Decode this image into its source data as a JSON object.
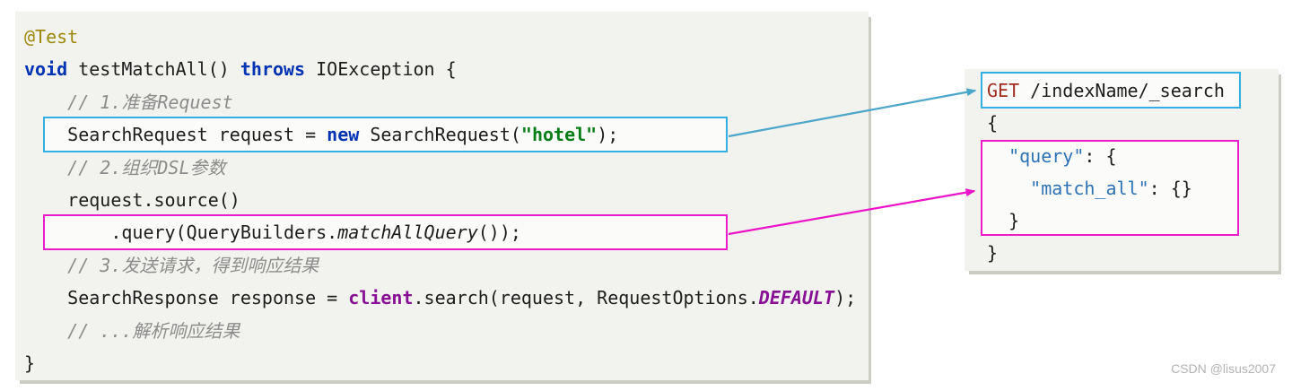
{
  "watermark": "CSDN @lisus2007",
  "colors": {
    "highlight_cyan": "#35aee3",
    "highlight_magenta": "#ea1dcb",
    "arrow_cyan": "#4ba6c9",
    "arrow_magenta": "#ec13c8",
    "panel_bg": "#f2f3ee",
    "keyword": "#0033b3",
    "string": "#067d17",
    "comment": "#8c8c8c",
    "annotation": "#9e880d",
    "member": "#871094",
    "http_method": "#a22b1f",
    "json_key": "#2d72b5"
  },
  "java_panel": {
    "language": "java",
    "lines": [
      {
        "tokens": [
          {
            "t": "@Test",
            "c": "annotation"
          }
        ]
      },
      {
        "tokens": [
          {
            "t": "void",
            "c": "keyword"
          },
          {
            "t": " testMatchAll() ",
            "c": "plain"
          },
          {
            "t": "throws",
            "c": "keyword"
          },
          {
            "t": " IOException {",
            "c": "plain"
          }
        ]
      },
      {
        "tokens": [
          {
            "t": "    // 1.准备Request",
            "c": "comment"
          }
        ]
      },
      {
        "tokens": [
          {
            "t": "    SearchRequest request = ",
            "c": "plain"
          },
          {
            "t": "new",
            "c": "keyword"
          },
          {
            "t": " SearchRequest(",
            "c": "plain"
          },
          {
            "t": "\"hotel\"",
            "c": "string"
          },
          {
            "t": ");",
            "c": "plain"
          }
        ]
      },
      {
        "tokens": [
          {
            "t": "    // 2.组织DSL参数",
            "c": "comment"
          }
        ]
      },
      {
        "tokens": [
          {
            "t": "    request.source()",
            "c": "plain"
          }
        ]
      },
      {
        "tokens": [
          {
            "t": "        .query(QueryBuilders.",
            "c": "plain"
          },
          {
            "t": "matchAllQuery",
            "c": "static-method"
          },
          {
            "t": "());",
            "c": "plain"
          }
        ]
      },
      {
        "tokens": [
          {
            "t": "    // 3.发送请求，得到响应结果",
            "c": "comment"
          }
        ]
      },
      {
        "tokens": [
          {
            "t": "    SearchResponse response = ",
            "c": "plain"
          },
          {
            "t": "client",
            "c": "field"
          },
          {
            "t": ".search(request, RequestOptions.",
            "c": "plain"
          },
          {
            "t": "DEFAULT",
            "c": "constant"
          },
          {
            "t": ");",
            "c": "plain"
          }
        ]
      },
      {
        "tokens": [
          {
            "t": "    // ...解析响应结果",
            "c": "comment"
          }
        ]
      },
      {
        "tokens": [
          {
            "t": "}",
            "c": "plain"
          }
        ]
      }
    ]
  },
  "dsl_panel": {
    "language": "elasticsearch-dsl",
    "lines": [
      {
        "tokens": [
          {
            "t": "GET",
            "c": "http-method"
          },
          {
            "t": " /indexName/_search",
            "c": "plain"
          }
        ]
      },
      {
        "tokens": [
          {
            "t": "{",
            "c": "plain"
          }
        ]
      },
      {
        "tokens": [
          {
            "t": "  ",
            "c": "plain"
          },
          {
            "t": "\"query\"",
            "c": "json-key"
          },
          {
            "t": ": {",
            "c": "plain"
          }
        ]
      },
      {
        "tokens": [
          {
            "t": "    ",
            "c": "plain"
          },
          {
            "t": "\"match_all\"",
            "c": "json-key"
          },
          {
            "t": ": {}",
            "c": "plain"
          }
        ]
      },
      {
        "tokens": [
          {
            "t": "  }",
            "c": "plain"
          }
        ]
      },
      {
        "tokens": [
          {
            "t": "}",
            "c": "plain"
          }
        ]
      }
    ]
  }
}
